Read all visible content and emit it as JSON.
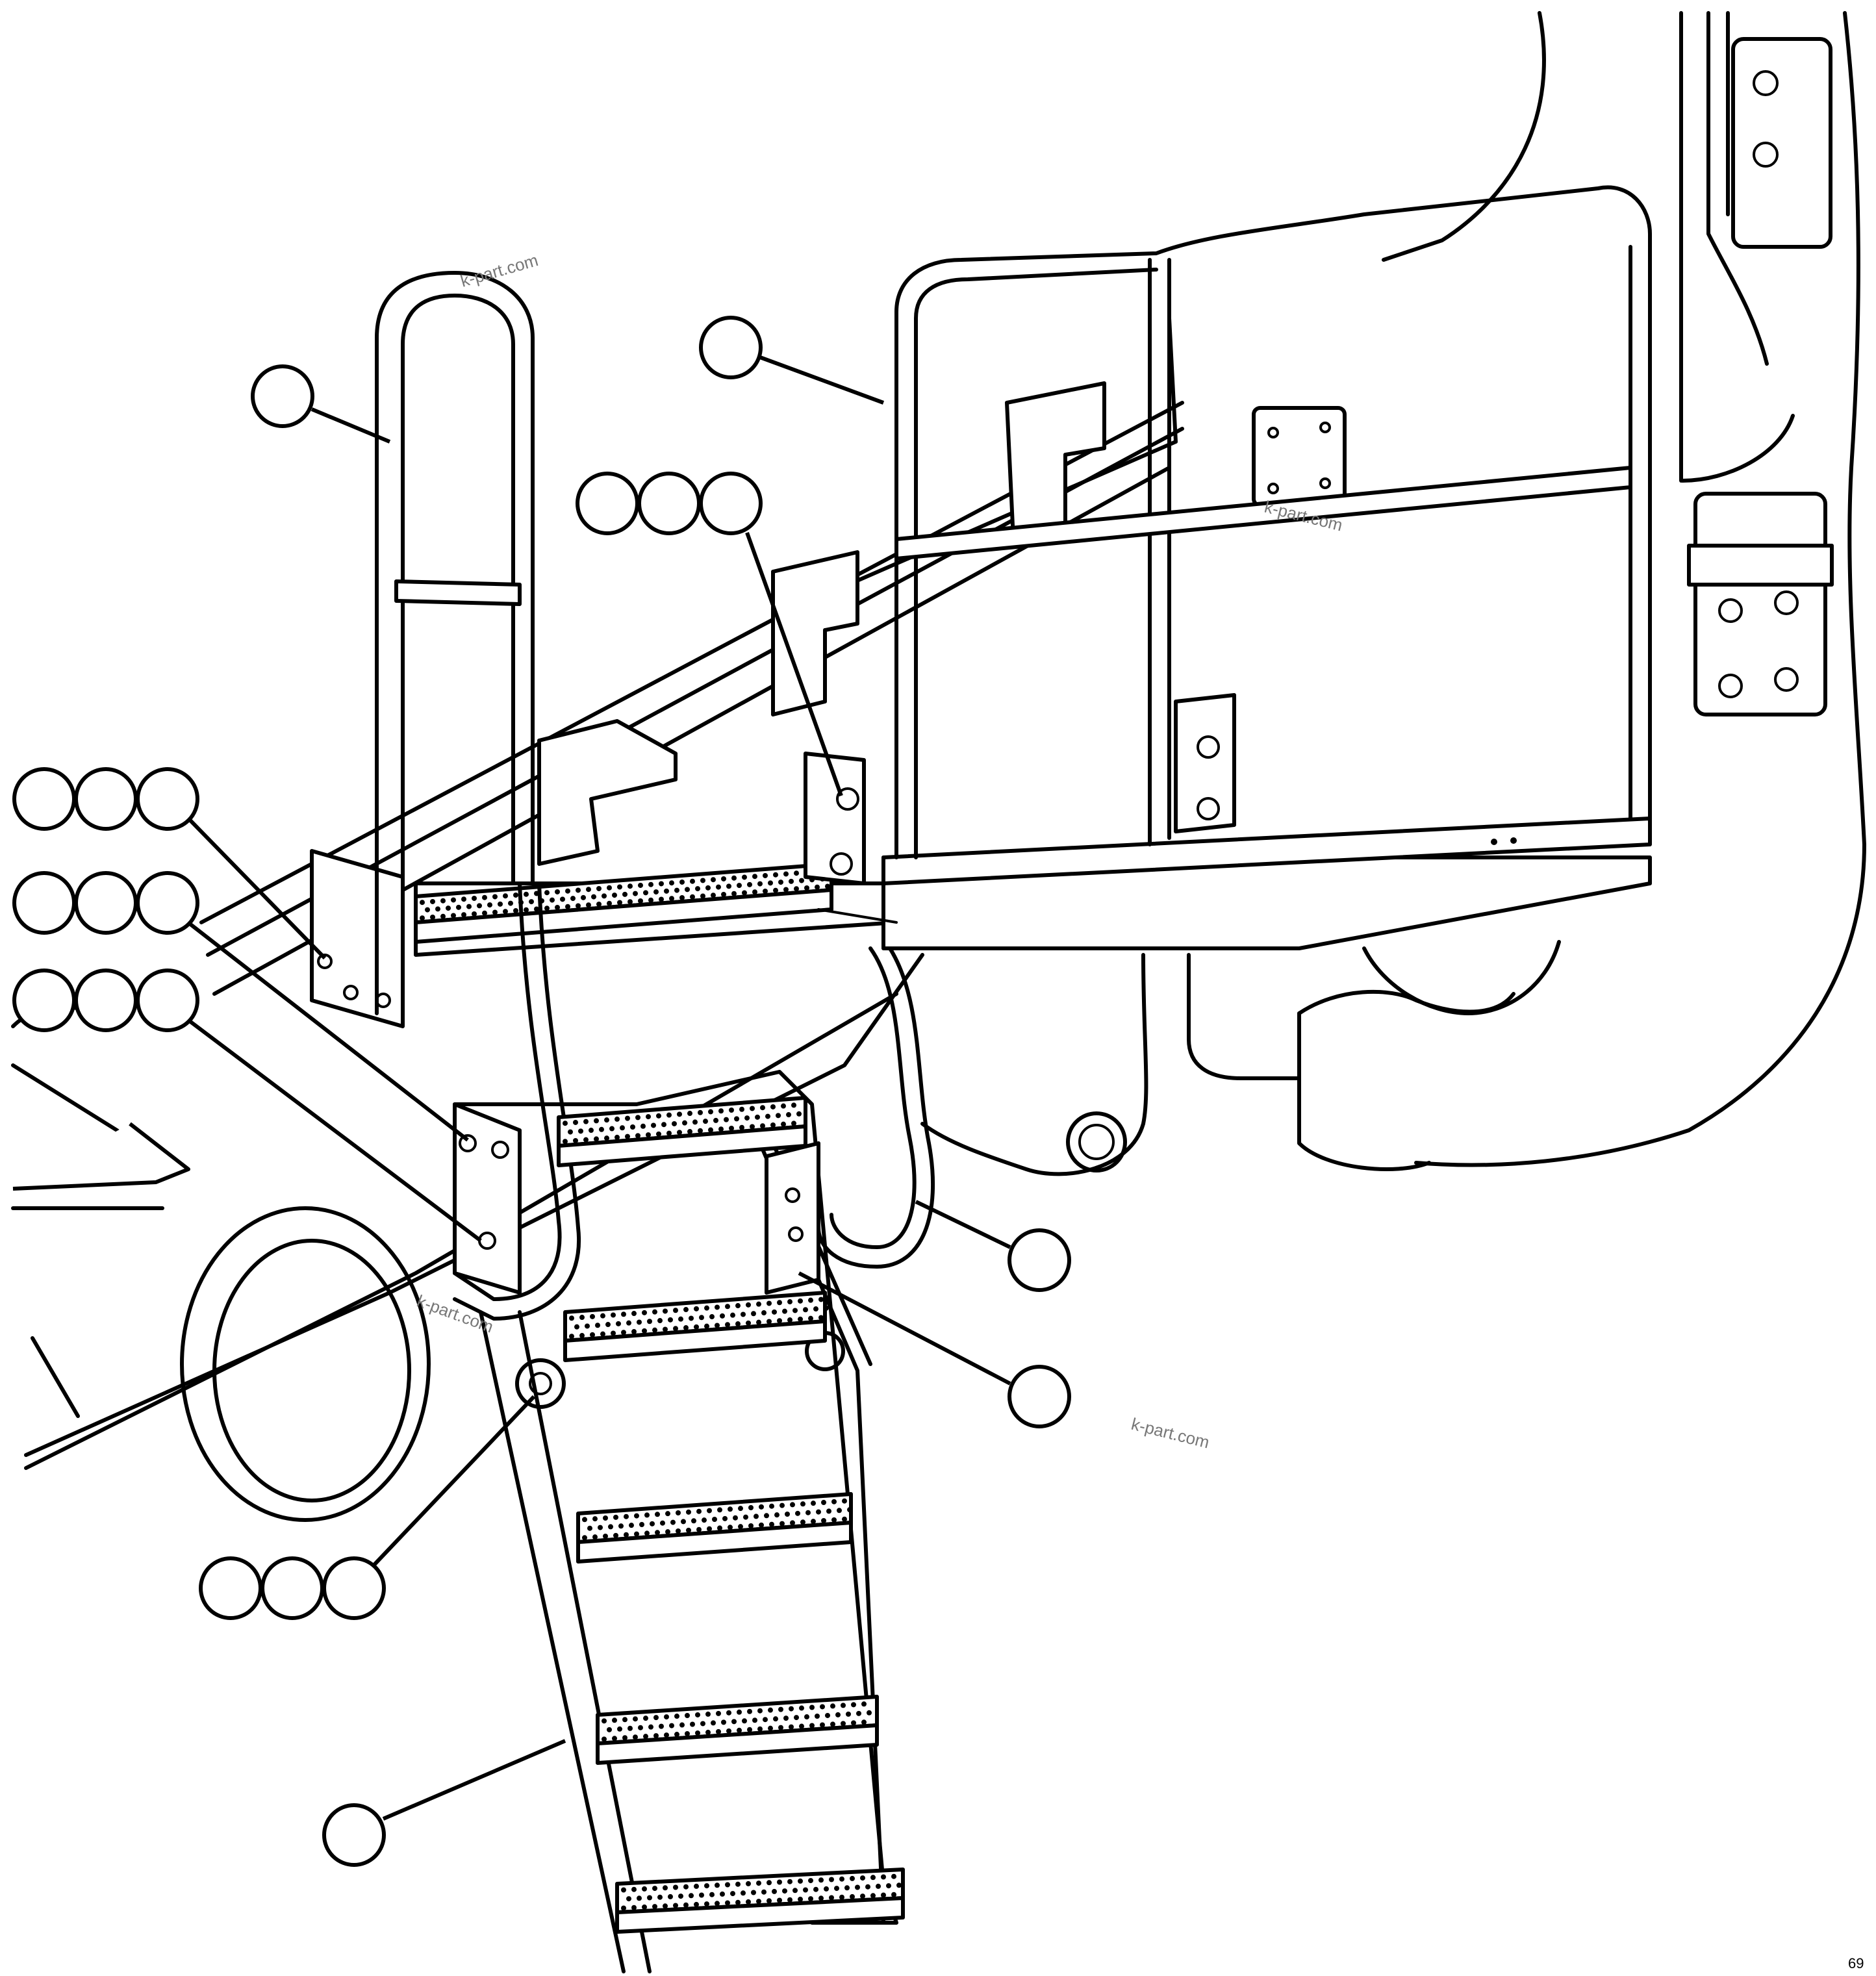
{
  "watermarks": [
    "k-part.com",
    "k-part.com",
    "k-part.com",
    "k-part.com"
  ],
  "figure_number": "69",
  "callouts": [
    {
      "id": "handrail-left",
      "count": 1
    },
    {
      "id": "guard-rail-platform",
      "count": 1
    },
    {
      "id": "bolt-group-platform",
      "count": 3
    },
    {
      "id": "bolt-group-a",
      "count": 3
    },
    {
      "id": "bolt-group-b",
      "count": 3
    },
    {
      "id": "bolt-group-c",
      "count": 3
    },
    {
      "id": "handrail-lower",
      "count": 1
    },
    {
      "id": "step-bracket",
      "count": 1
    },
    {
      "id": "pivot-hardware",
      "count": 3
    },
    {
      "id": "ladder",
      "count": 1
    }
  ]
}
